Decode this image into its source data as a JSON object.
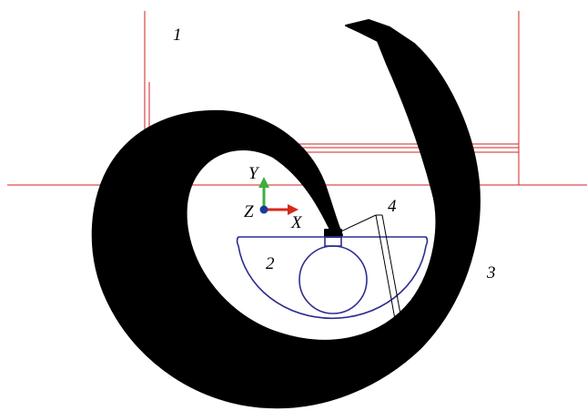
{
  "labels": {
    "region_1": "1",
    "region_2": "2",
    "region_3": "3",
    "region_4": "4"
  },
  "axes": {
    "x": "X",
    "y": "Y",
    "z": "Z"
  },
  "colors": {
    "boundary_lines": "#d62020",
    "part_outline": "#2e2e8f",
    "spiral_fill": "#000000",
    "axis_x": "#d42a1a",
    "axis_y": "#3fae3f",
    "axis_origin": "#1a3a9a"
  }
}
